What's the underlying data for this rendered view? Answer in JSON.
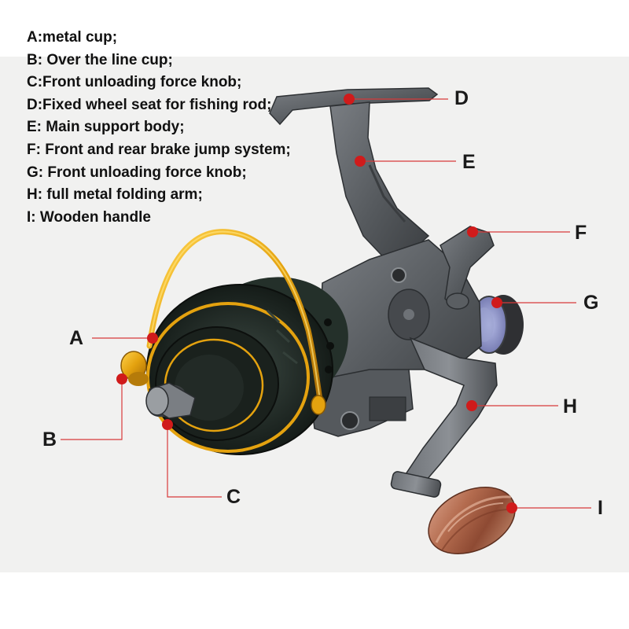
{
  "legend": [
    "A:metal cup;",
    "B: Over the line cup;",
    "C:Front unloading force knob;",
    "D:Fixed wheel seat for fishing rod;",
    "E: Main support body;",
    "F: Front and rear brake jump system;",
    "G: Front unloading force knob;",
    "H: full metal folding arm;",
    "I: Wooden handle"
  ],
  "callouts": {
    "a": "A",
    "b": "B",
    "c": "C",
    "d": "D",
    "e": "E",
    "f": "F",
    "g": "G",
    "h": "H",
    "i": "I"
  },
  "colors": {
    "marker": "#d01b1b",
    "leader_line": "#d83a3a",
    "backdrop": "#f1f1f0",
    "reel_body": "#5a5e62",
    "bail_gold": "#e4a20f",
    "spool_dark": "#1c2420",
    "handle_wood": "#b46c4f"
  },
  "icons": [
    "fishing-reel-illustration",
    "marker-dot"
  ]
}
